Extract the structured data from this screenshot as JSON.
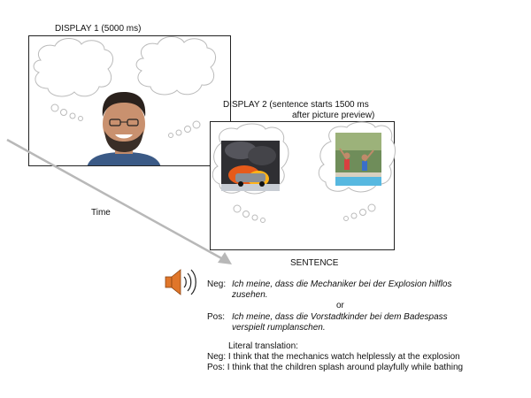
{
  "display1": {
    "title": "DISPLAY  1 (5000 ms)"
  },
  "display2": {
    "title_line1": "DISPLAY  2 (sentence starts 1500 ms",
    "title_line2": "after picture preview)"
  },
  "time_label": "Time",
  "sentence_label": "SENTENCE",
  "sentences": {
    "neg_tag": "Neg:",
    "neg_line1": "Ich meine, dass die Mechaniker bei der Explosion hilflos",
    "neg_line2": "zusehen.",
    "or": "or",
    "pos_tag": "Pos:",
    "pos_line1": "Ich meine, dass die Vorstadtkinder bei dem Badespass",
    "pos_line2": "verspielt rumplanschen."
  },
  "translation": {
    "heading": "Literal translation:",
    "neg": "Neg: I think that the mechanics watch helplessly at the explosion",
    "pos": "Pos:  I think that the children splash around playfully while bathing"
  },
  "colors": {
    "arrow": "#b8b8b8",
    "speaker": "#e0762a",
    "border": "#222222"
  },
  "icons": {
    "speaker": "speaker-icon"
  }
}
